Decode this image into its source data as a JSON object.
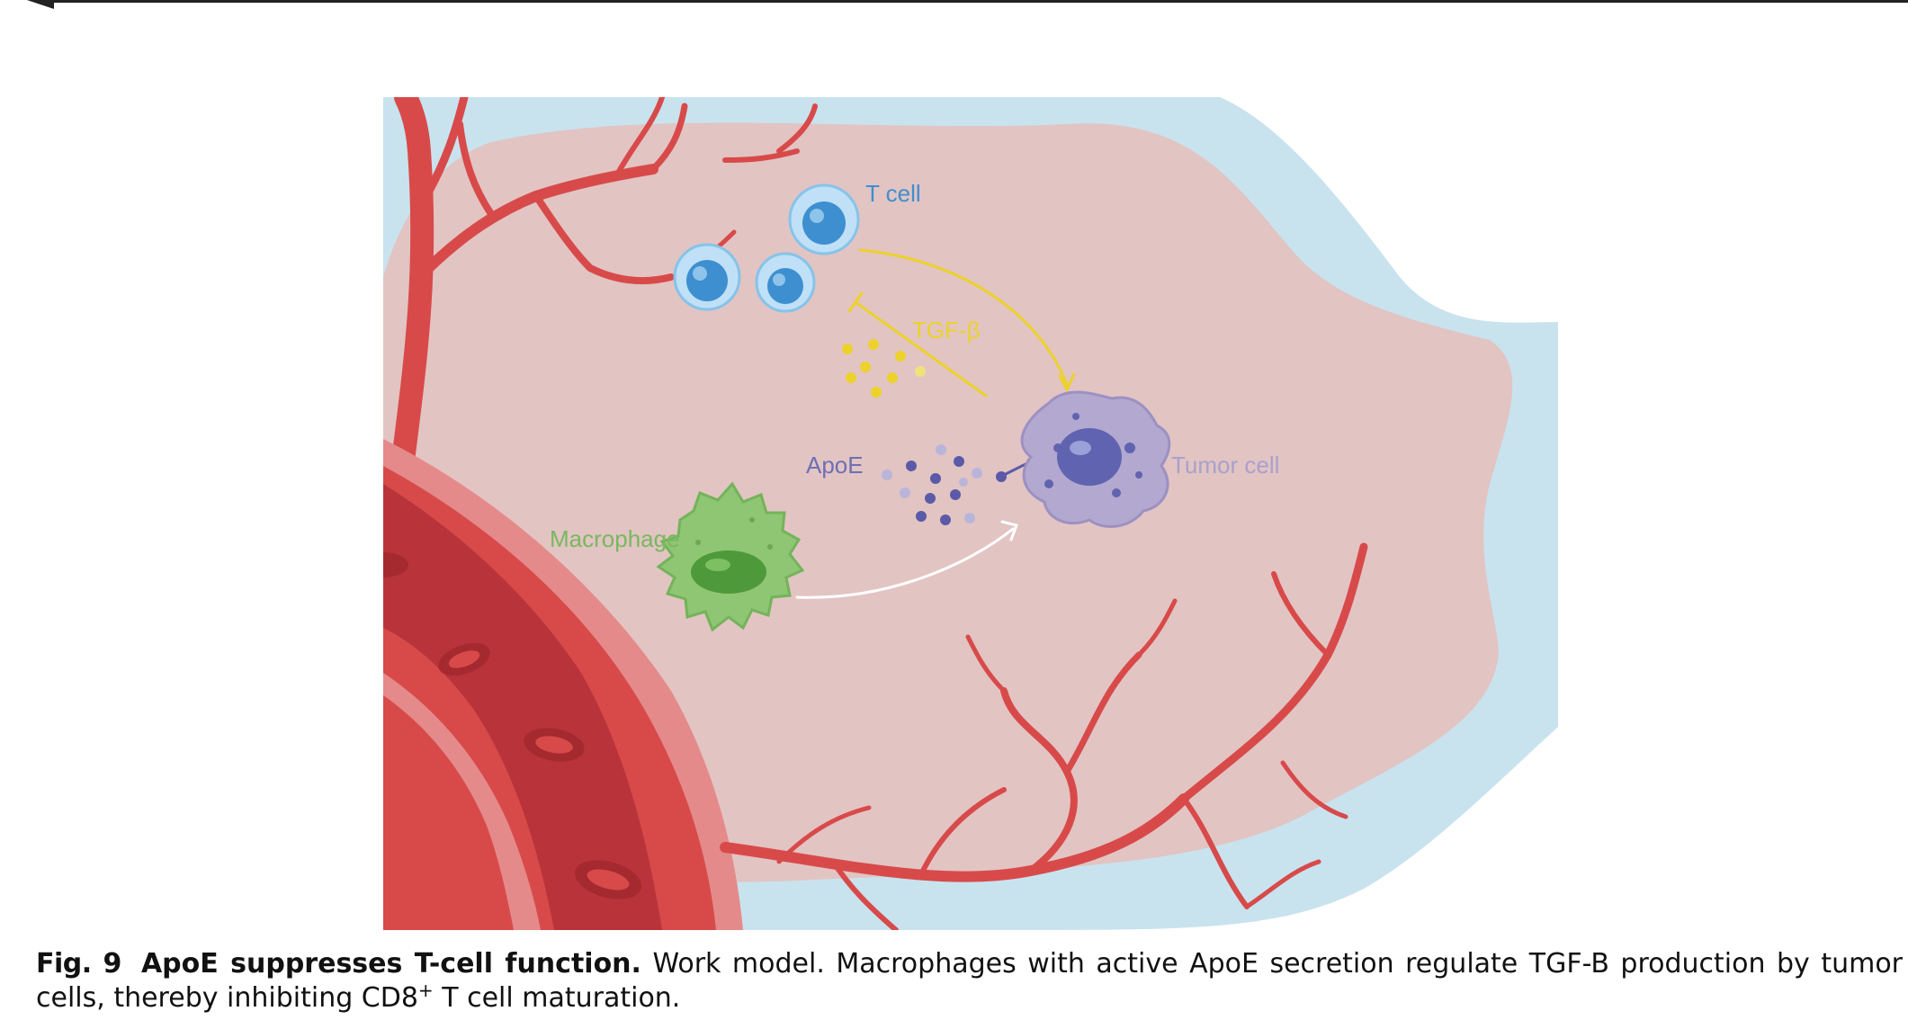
{
  "figure": {
    "labels": {
      "t_cell": "T cell",
      "tgf_beta": "TGF-β",
      "apoe": "ApoE",
      "tumor_cell": "Tumor cell",
      "macrophage": "Macrophage"
    },
    "colors": {
      "background_blue": "#c8e3ee",
      "tissue_pink": "#e2c4c3",
      "vessel_red": "#d84a4a",
      "t_cell_blue": "#3d8fd0",
      "tgf_yellow": "#ecd22a",
      "apoe_purple": "#6e6fb4",
      "tumor_lavender": "#b3a8cf",
      "macrophage_green": "#8fc673"
    }
  },
  "caption": {
    "label": "Fig. 9",
    "title": "ApoE suppresses T-cell function.",
    "text_before_sup": " Work model. Macrophages with active ApoE secretion regulate TGF-B production by tumor cells, thereby inhibiting CD8",
    "sup": "+",
    "text_after_sup": " T cell maturation."
  }
}
